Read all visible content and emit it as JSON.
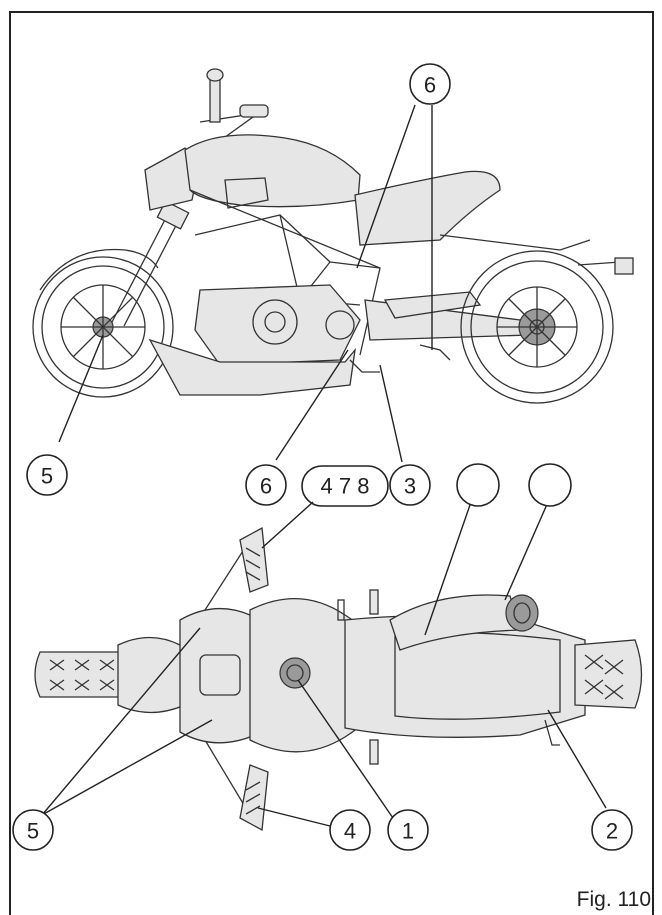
{
  "figure": {
    "caption": "Fig. 110",
    "side_view_labels": {
      "top_6": "6",
      "left_5": "5",
      "bottom_6": "6",
      "middle_478": "4 7 8",
      "right_3": "3"
    },
    "top_view_labels": {
      "empty_a": "",
      "empty_b": "",
      "left_5": "5",
      "bottom_4": "4",
      "bottom_1": "1",
      "right_2": "2"
    },
    "colors": {
      "line": "#333333",
      "border": "#222222",
      "background": "#ffffff"
    }
  }
}
